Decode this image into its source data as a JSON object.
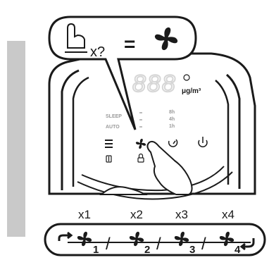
{
  "callout": {
    "press_count": "x?",
    "equals": "="
  },
  "display": {
    "digits": "888",
    "unit": "μg/m³"
  },
  "panel": {
    "mode_labels": [
      "SLEEP",
      "AUTO"
    ],
    "timer_labels": [
      "8h",
      "4h",
      "1h"
    ]
  },
  "speed_legend": {
    "press_labels": [
      "x1",
      "x2",
      "x3",
      "x4"
    ],
    "speed_levels": [
      "1",
      "2",
      "3",
      "4"
    ],
    "separator": "/"
  },
  "colors": {
    "line": "#1a1a1a",
    "side_bar": "#c9c9c9",
    "display_digits": "#d6d6d6",
    "panel_labels": "#9a9a9a"
  },
  "icons": [
    "pointing-hand-icon",
    "fan-icon",
    "menu-icon",
    "filter-icon",
    "lock-icon",
    "timer-icon",
    "power-icon",
    "loop-arrow-icon"
  ]
}
